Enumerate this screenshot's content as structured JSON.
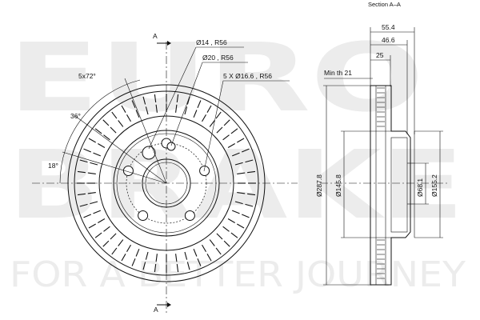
{
  "watermark": {
    "line1": "EURO",
    "line2": "BRAKE",
    "line3": "FOR A BETTER JOURNEY"
  },
  "section_title": "Section A–A",
  "section_markers": {
    "top": "A",
    "bottom": "A"
  },
  "front_view_labels": {
    "hole_a": "Ø14 , R56",
    "hole_b": "Ø20 , R56",
    "bolt_holes": "5 X Ø16.6 , R56",
    "pattern_angle": "5x72°",
    "angle_36": "36°",
    "angle_18": "18°"
  },
  "section_view_labels": {
    "width_total": "55.4",
    "width_hub": "46.6",
    "thickness": "25",
    "min_thickness": "Min th 21",
    "dia_outer": "Ø287.8",
    "dia_inner": "Ø145.8",
    "dia_center": "Ø68.1",
    "dia_hat": "Ø155.2"
  }
}
